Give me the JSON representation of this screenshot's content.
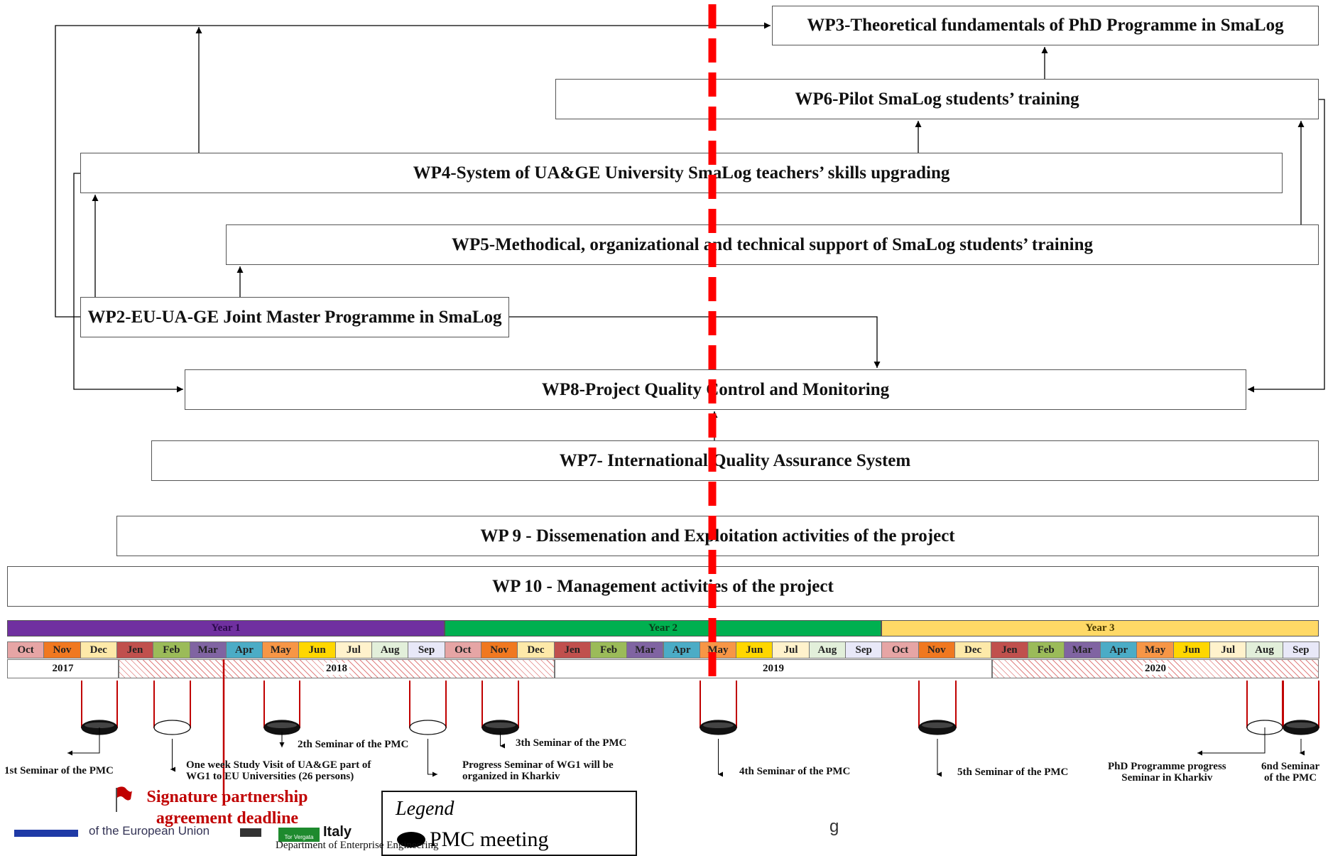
{
  "work_packages": [
    {
      "id": "wp3",
      "label": "WP3-Theoretical fundamentals of PhD Programme in SmaLog"
    },
    {
      "id": "wp6",
      "label": "WP6-Pilot SmaLog students’ training"
    },
    {
      "id": "wp4",
      "label": "WP4-System of UA&GE University SmaLog teachers’ skills upgrading"
    },
    {
      "id": "wp5",
      "label": "WP5-Methodical, organizational and technical support of SmaLog students’ training"
    },
    {
      "id": "wp2",
      "label": "WP2-EU-UA-GE Joint Master Programme in SmaLog"
    },
    {
      "id": "wp8",
      "label": "WP8-Project Quality Control and Monitoring"
    },
    {
      "id": "wp7",
      "label": "WP7- International Quality Assurance System"
    },
    {
      "id": "wp9",
      "label": "WP 9 - Dissemenation and Exploitation activities of the project"
    },
    {
      "id": "wp10",
      "label": "WP 10 -  Management activities of the project"
    }
  ],
  "years": [
    {
      "label": "Year 1",
      "color": "#7030a0"
    },
    {
      "label": "Year 2",
      "color": "#00b050"
    },
    {
      "label": "Year 3",
      "color": "#ffd966"
    }
  ],
  "months": [
    {
      "label": "Oct",
      "color": "#e6a5a5"
    },
    {
      "label": "Nov",
      "color": "#f07820"
    },
    {
      "label": "Dec",
      "color": "#fde9a9"
    },
    {
      "label": "Jen",
      "color": "#c0504d"
    },
    {
      "label": "Feb",
      "color": "#9bbb59"
    },
    {
      "label": "Mar",
      "color": "#8064a2"
    },
    {
      "label": "Apr",
      "color": "#4bacc6"
    },
    {
      "label": "May",
      "color": "#f79646"
    },
    {
      "label": "Jun",
      "color": "#ffd700"
    },
    {
      "label": "Jul",
      "color": "#fff2cc"
    },
    {
      "label": "Aug",
      "color": "#e2efda"
    },
    {
      "label": "Sep",
      "color": "#e8e8f8"
    },
    {
      "label": "Oct",
      "color": "#e6a5a5"
    },
    {
      "label": "Nov",
      "color": "#f07820"
    },
    {
      "label": "Dec",
      "color": "#fde9a9"
    },
    {
      "label": "Jen",
      "color": "#c0504d"
    },
    {
      "label": "Feb",
      "color": "#9bbb59"
    },
    {
      "label": "Mar",
      "color": "#8064a2"
    },
    {
      "label": "Apr",
      "color": "#4bacc6"
    },
    {
      "label": "May",
      "color": "#f79646"
    },
    {
      "label": "Jun",
      "color": "#ffd700"
    },
    {
      "label": "Jul",
      "color": "#fff2cc"
    },
    {
      "label": "Aug",
      "color": "#e2efda"
    },
    {
      "label": "Sep",
      "color": "#e8e8f8"
    },
    {
      "label": "Oct",
      "color": "#e6a5a5"
    },
    {
      "label": "Nov",
      "color": "#f07820"
    },
    {
      "label": "Dec",
      "color": "#fde9a9"
    },
    {
      "label": "Jen",
      "color": "#c0504d"
    },
    {
      "label": "Feb",
      "color": "#9bbb59"
    },
    {
      "label": "Mar",
      "color": "#8064a2"
    },
    {
      "label": "Apr",
      "color": "#4bacc6"
    },
    {
      "label": "May",
      "color": "#f79646"
    },
    {
      "label": "Jun",
      "color": "#ffd700"
    },
    {
      "label": "Jul",
      "color": "#fff2cc"
    },
    {
      "label": "Aug",
      "color": "#e2efda"
    },
    {
      "label": "Sep",
      "color": "#e8e8f8"
    }
  ],
  "calendar_years": [
    "2017",
    "2018",
    "2019",
    "2020"
  ],
  "milestones": [
    {
      "label": "1st Seminar of the PMC",
      "type": "PMC meeting"
    },
    {
      "label": "One week Study Visit of UA&GE part of\nWG1 to EU Universities (26 persons)",
      "type": "event"
    },
    {
      "label": "2th Seminar of the PMC",
      "type": "PMC meeting"
    },
    {
      "label": "Progress Seminar of WG1 will be\norganized in Kharkiv",
      "type": "event"
    },
    {
      "label": "3th Seminar of the PMC",
      "type": "PMC meeting"
    },
    {
      "label": "4th Seminar of the PMC",
      "type": "PMC meeting"
    },
    {
      "label": "5th Seminar of the PMC",
      "type": "PMC meeting"
    },
    {
      "label": "PhD Programme progress\nSeminar in Kharkiv",
      "type": "event"
    },
    {
      "label": "6nd Seminar\nof the PMC",
      "type": "PMC meeting"
    }
  ],
  "signature": {
    "line1": "Signature partnership",
    "line2": "agreement deadline"
  },
  "legend": {
    "title": "Legend",
    "item": "PMC meeting"
  },
  "footer": {
    "eu_text": "of the European Union",
    "italy": "Italy",
    "tor": "Tor Vergata",
    "dept": "Department of Enterprise Engineering",
    "g": "g"
  },
  "colors": {
    "today_line": "#ff0000",
    "stem": "#c00000",
    "hatch": "#e08080"
  }
}
